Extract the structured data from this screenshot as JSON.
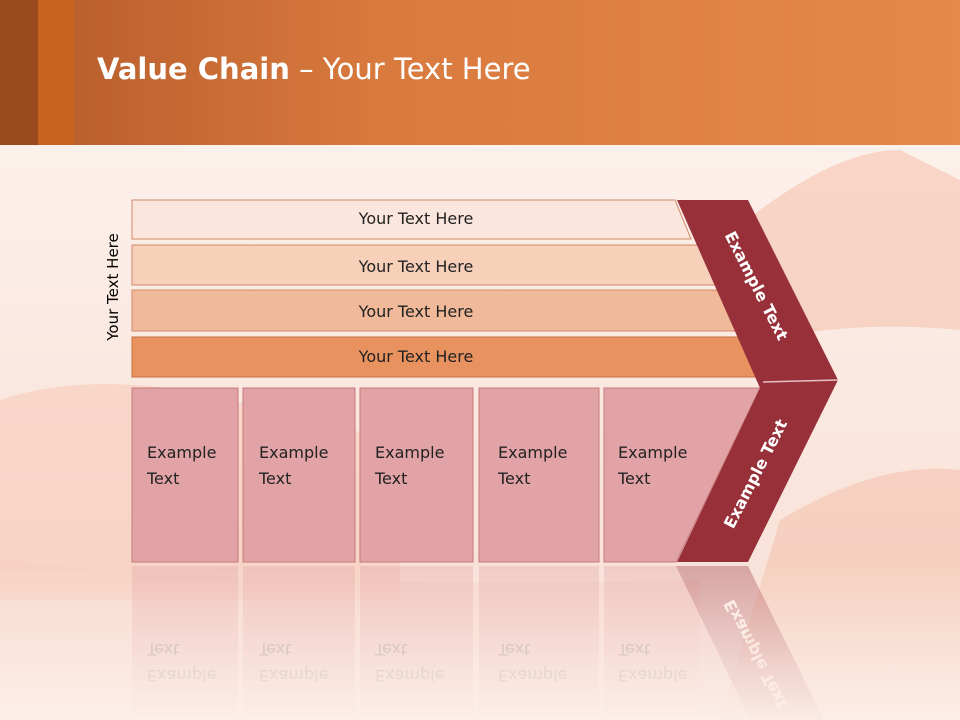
{
  "slide": {
    "title_bold": "Value Chain",
    "title_rest": " – Your Text Here",
    "side_label": "Your Text Here"
  },
  "bands": [
    {
      "label": "Your Text Here",
      "color": "#fbe6dd"
    },
    {
      "label": "Your Text Here",
      "color": "#f7d0ba"
    },
    {
      "label": "Your Text Here",
      "color": "#f0b999"
    },
    {
      "label": "Your Text Here",
      "color": "#e8935f"
    }
  ],
  "columns": [
    {
      "line1": "Example",
      "line2": "Text"
    },
    {
      "line1": "Example",
      "line2": "Text"
    },
    {
      "line1": "Example",
      "line2": "Text"
    },
    {
      "line1": "Example",
      "line2": "Text"
    },
    {
      "line1": "Example",
      "line2": "Text"
    }
  ],
  "chevron": {
    "upper_label": "Example Text",
    "lower_label": "Example Text",
    "color": "#98303a"
  },
  "colors": {
    "header": "#d97a3e",
    "column_fill": "#e1a3a5",
    "column_stroke": "#c77a7c"
  }
}
